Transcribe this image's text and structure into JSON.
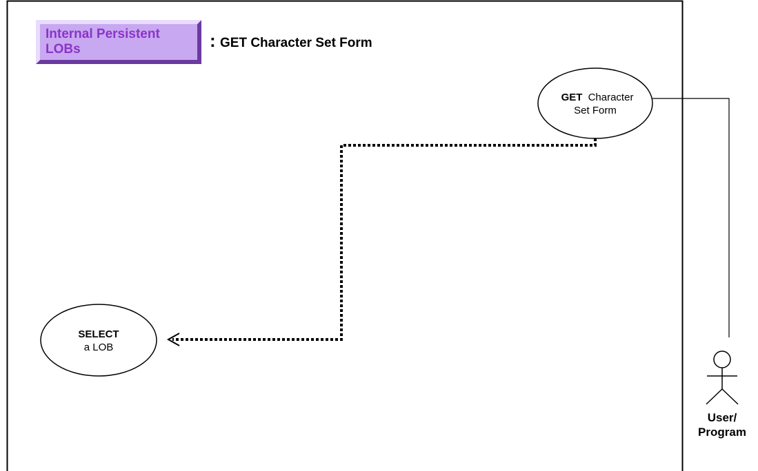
{
  "colors": {
    "badge_fill": "#c8a8f0",
    "badge_text": "#8a34c8",
    "badge_shadow_dark": "#6b3aa0",
    "badge_highlight": "#e8dcff",
    "line": "#000000"
  },
  "header": {
    "badge_line1": "Internal Persistent",
    "badge_line2": "LOBs",
    "separator": ":",
    "title": "GET Character Set Form"
  },
  "use_cases": {
    "get_charset": {
      "keyword": "GET",
      "rest_line1": "Character",
      "line2": "Set Form"
    },
    "select_lob": {
      "keyword": "SELECT",
      "line2": "a LOB"
    }
  },
  "actor": {
    "icon": "stick-figure-icon",
    "label_line1": "User/",
    "label_line2": "Program"
  }
}
